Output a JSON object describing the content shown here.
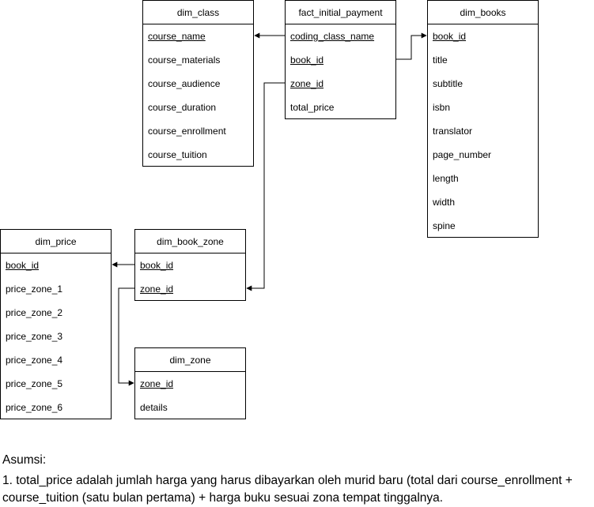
{
  "tables": {
    "dim_class": {
      "name": "dim_class",
      "fields": [
        "course_name",
        "course_materials",
        "course_audience",
        "course_duration",
        "course_enrollment",
        "course_tuition"
      ]
    },
    "fact_initial_payment": {
      "name": "fact_initial_payment",
      "fields": [
        "coding_class_name",
        "book_id",
        "zone_id",
        "total_price"
      ]
    },
    "dim_books": {
      "name": "dim_books",
      "fields": [
        "book_id",
        "title",
        "subtitle",
        "isbn",
        "translator",
        "page_number",
        "length",
        "width",
        "spine"
      ]
    },
    "dim_price": {
      "name": "dim_price",
      "fields": [
        "book_id",
        "price_zone_1",
        "price_zone_2",
        "price_zone_3",
        "price_zone_4",
        "price_zone_5",
        "price_zone_6"
      ]
    },
    "dim_book_zone": {
      "name": "dim_book_zone",
      "fields": [
        "book_id",
        "zone_id"
      ]
    },
    "dim_zone": {
      "name": "dim_zone",
      "fields": [
        "zone_id",
        "details"
      ]
    }
  },
  "relations": [
    {
      "from": "fact_initial_payment.coding_class_name",
      "to": "dim_class.course_name"
    },
    {
      "from": "fact_initial_payment.book_id",
      "to": "dim_books.book_id"
    },
    {
      "from": "fact_initial_payment.zone_id",
      "to": "dim_book_zone.zone_id"
    },
    {
      "from": "dim_book_zone.book_id",
      "to": "dim_price.book_id"
    },
    {
      "from": "dim_book_zone.zone_id",
      "to": "dim_zone.zone_id"
    }
  ],
  "notes": {
    "heading": "Asumsi:",
    "line1": "1. total_price adalah jumlah harga yang harus dibayarkan oleh murid baru (total dari course_enrollment +",
    "line2": "course_tuition (satu bulan pertama) + harga buku sesuai zona tempat tinggalnya."
  }
}
